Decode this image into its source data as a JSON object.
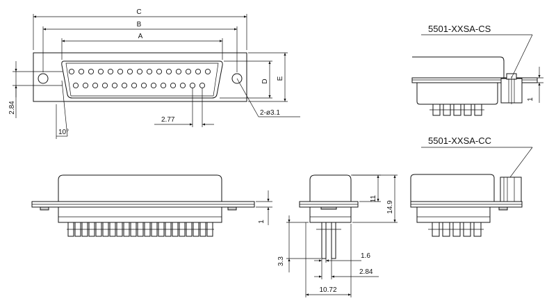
{
  "labels": {
    "dim_c": "C",
    "dim_b": "B",
    "dim_a": "A",
    "dim_d": "D",
    "dim_e": "E",
    "dim_284_left": "2.84",
    "dim_277": "2.77",
    "angle_10": "10°",
    "holes": "2-ø3.1",
    "model_cs": "5501-XXSA-CS",
    "model_cc": "5501-XXSA-CC",
    "dim_1_cs": "1",
    "dim_1_left": "1",
    "dim_11": "11",
    "dim_149": "14.9",
    "dim_16": "1.6",
    "dim_33": "3.3",
    "dim_284_bottom": "2.84",
    "dim_1072": "10.72"
  }
}
